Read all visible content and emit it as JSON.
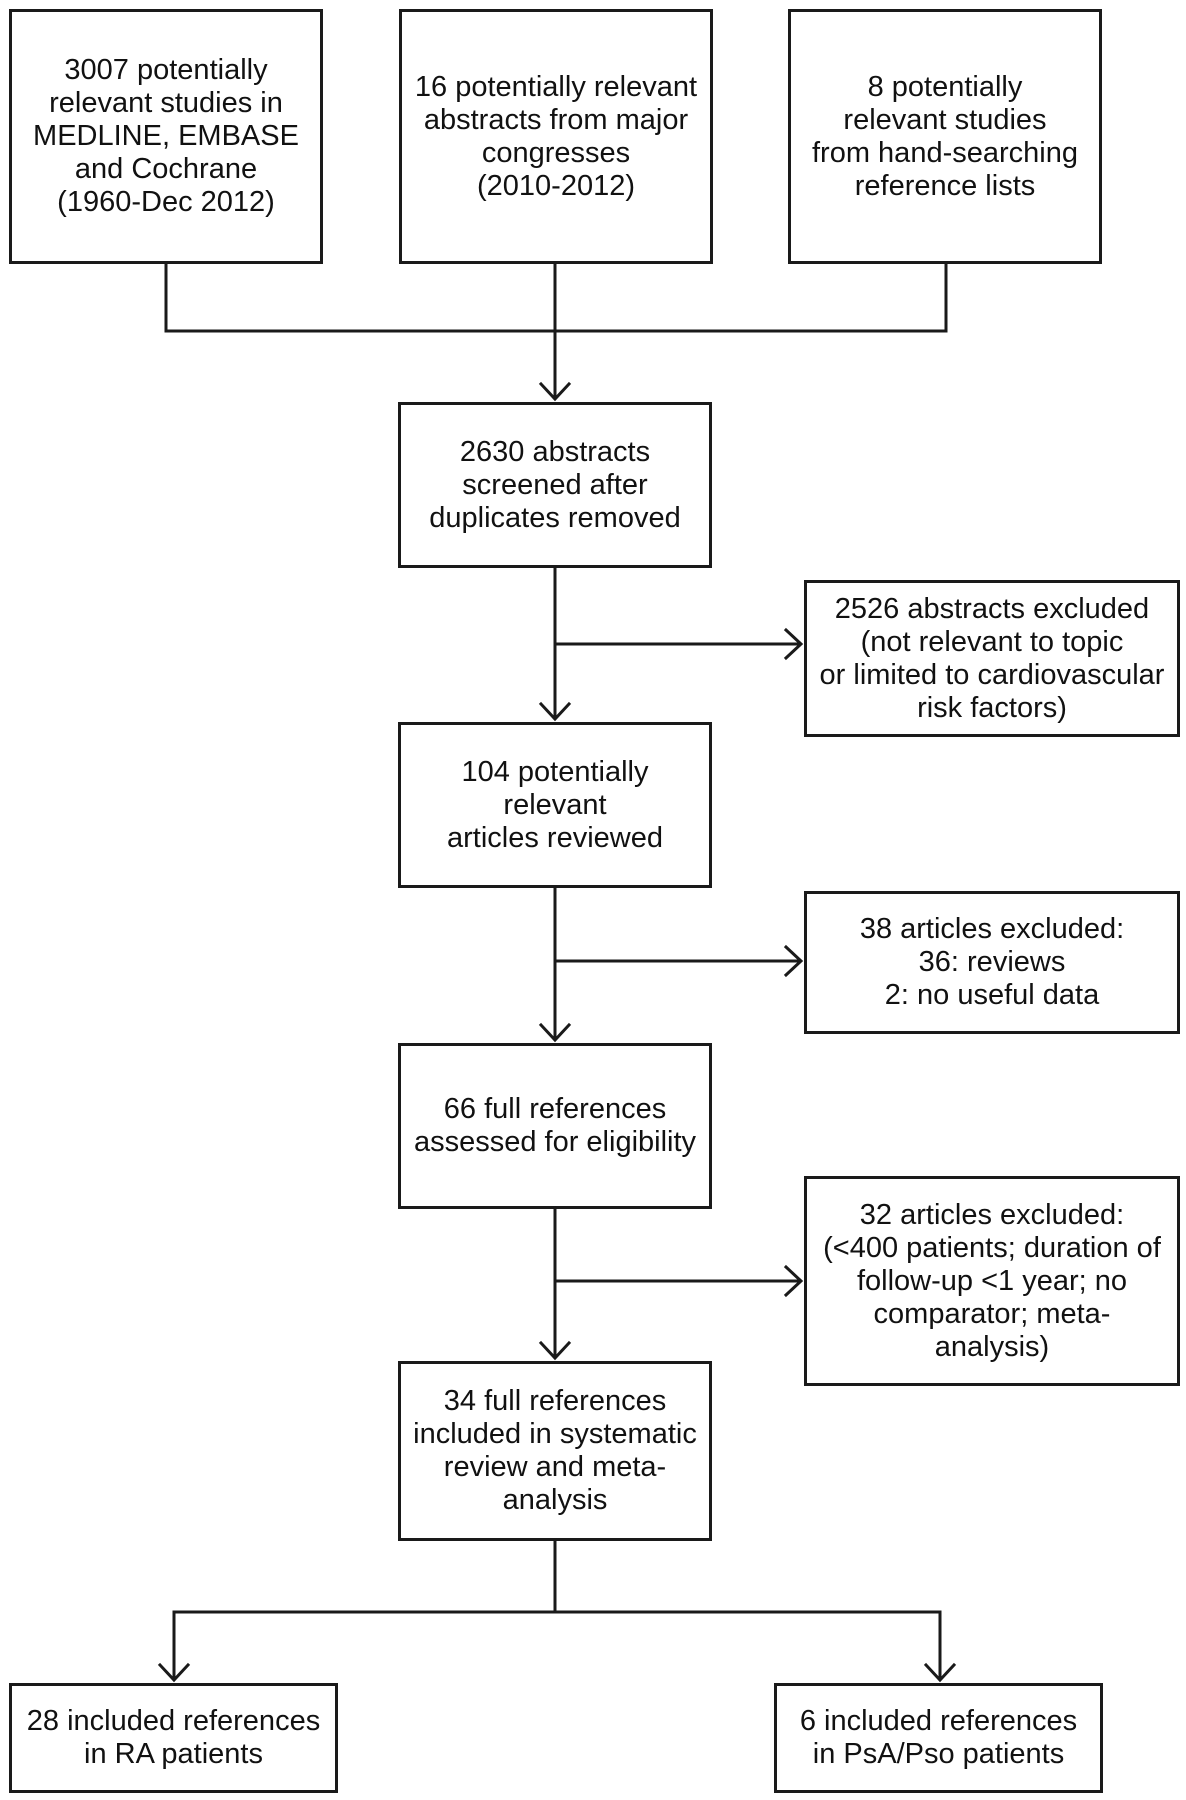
{
  "boxes": {
    "medline": "3007 potentially\nrelevant studies in\nMEDLINE, EMBASE\nand Cochrane\n(1960-Dec 2012)",
    "congress": "16 potentially relevant\nabstracts from major\ncongresses\n(2010-2012)",
    "hand_search": "8 potentially\nrelevant studies\nfrom hand-searching\nreference lists",
    "screened": "2630 abstracts\nscreened after\nduplicates removed",
    "excluded_1": "2526 abstracts excluded\n(not relevant to topic\nor limited to cardiovascular\nrisk factors)",
    "reviewed": "104 potentially\nrelevant\narticles reviewed",
    "excluded_2": "38 articles excluded:\n36: reviews\n2: no useful data",
    "full_refs": "66 full references\nassessed for eligibility",
    "excluded_3": "32 articles excluded:\n(<400 patients; duration of\nfollow-up <1 year; no\ncomparator; meta-\nanalysis)",
    "included": "34 full references\nincluded in systematic\nreview and meta-\nanalysis",
    "ra": "28 included references\nin RA patients",
    "psa": "6 included references\nin PsA/Pso patients"
  },
  "colors": {
    "line": "#1a1a1a",
    "background": "#ffffff"
  }
}
